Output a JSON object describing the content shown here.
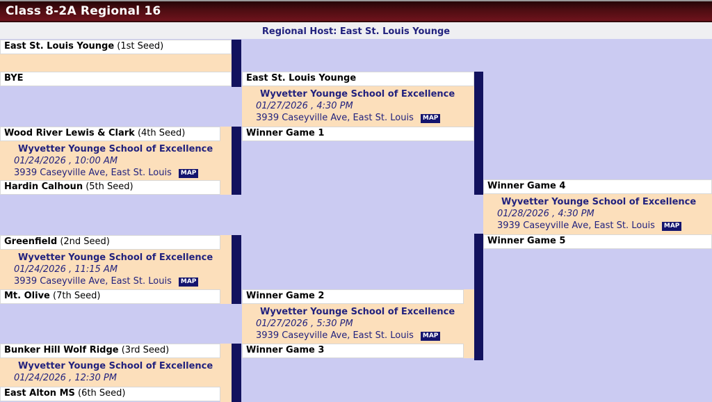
{
  "header": {
    "title": "Class 8-2A Regional 16",
    "host": "Regional Host: East St. Louis Younge"
  },
  "colors": {
    "header_maroon": "#5c0e14",
    "background_lavender": "#cbcbf2",
    "game_peach": "#fcdfbb",
    "connector_navy": "#12125e",
    "text_navy": "#22227e"
  },
  "bracket": {
    "round1": [
      {
        "top_team": "East St. Louis Younge",
        "top_seed": "(1st Seed)",
        "bottom_team": "BYE",
        "bottom_seed": ""
      },
      {
        "top_team": "Wood River Lewis & Clark",
        "top_seed": "(4th Seed)",
        "bottom_team": "Hardin Calhoun",
        "bottom_seed": "(5th Seed)",
        "game": {
          "venue": "Wyvetter Younge School of Excellence",
          "datetime": "01/24/2026 , 10:00 AM",
          "address": "3939 Caseyville Ave, East St. Louis",
          "map_label": "MAP"
        }
      },
      {
        "top_team": "Greenfield",
        "top_seed": "(2nd Seed)",
        "bottom_team": "Mt. Olive",
        "bottom_seed": "(7th Seed)",
        "game": {
          "venue": "Wyvetter Younge School of Excellence",
          "datetime": "01/24/2026 , 11:15 AM",
          "address": "3939 Caseyville Ave, East St. Louis",
          "map_label": "MAP"
        }
      },
      {
        "top_team": "Bunker Hill Wolf Ridge",
        "top_seed": "(3rd Seed)",
        "bottom_team": "East Alton MS",
        "bottom_seed": "(6th Seed)",
        "game": {
          "venue": "Wyvetter Younge School of Excellence",
          "datetime": "01/24/2026 , 12:30 PM"
        }
      }
    ],
    "round2": [
      {
        "top_label": "East St. Louis Younge",
        "bottom_label": "Winner Game 1",
        "game": {
          "venue": "Wyvetter Younge School of Excellence",
          "datetime": "01/27/2026 , 4:30 PM",
          "address": "3939 Caseyville Ave, East St. Louis",
          "map_label": "MAP"
        }
      },
      {
        "top_label": "Winner Game 2",
        "bottom_label": "Winner Game 3",
        "game": {
          "venue": "Wyvetter Younge School of Excellence",
          "datetime": "01/27/2026 , 5:30 PM",
          "address": "3939 Caseyville Ave, East St. Louis",
          "map_label": "MAP"
        }
      }
    ],
    "round3": {
      "top_label": "Winner Game 4",
      "bottom_label": "Winner Game 5",
      "game": {
        "venue": "Wyvetter Younge School of Excellence",
        "datetime": "01/28/2026 , 4:30 PM",
        "address": "3939 Caseyville Ave, East St. Louis",
        "map_label": "MAP"
      }
    }
  }
}
